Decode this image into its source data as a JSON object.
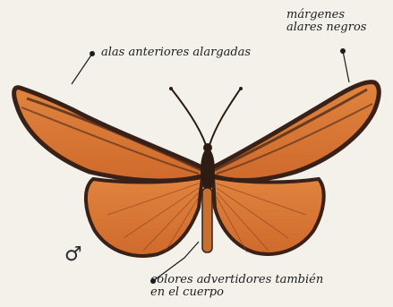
{
  "annotations": {
    "forewings": "alas anteriores alargadas",
    "margins_line1": "márgenes",
    "margins_line2": "alares negros",
    "colors_line1": "colores advertidores también",
    "colors_line2": "en el cuerpo"
  },
  "sex_symbol": "♂",
  "colors": {
    "wing_orange": "#d9783a",
    "wing_dark": "#3a2118",
    "background": "#f3f1ea"
  }
}
